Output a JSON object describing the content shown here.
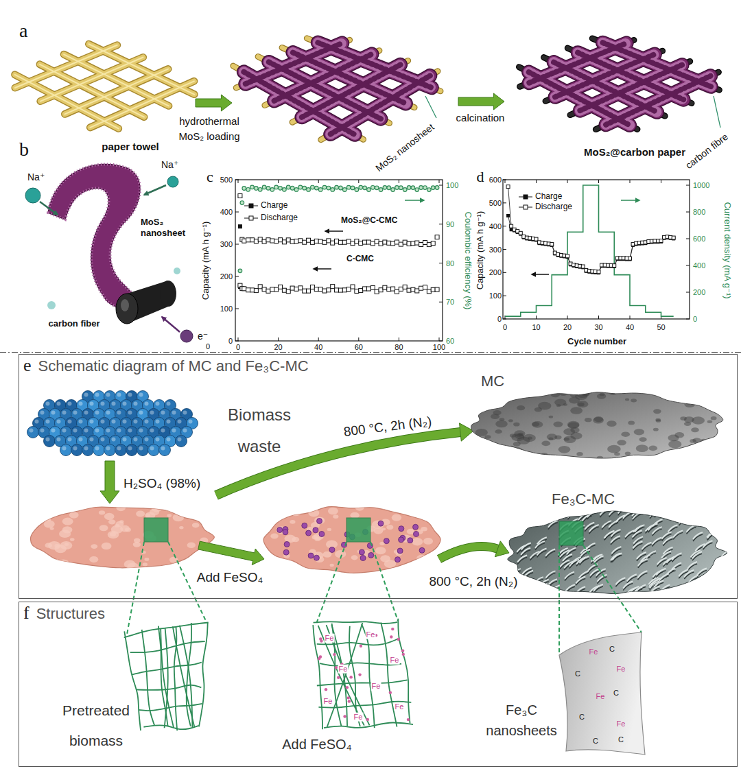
{
  "diagram": {
    "nodes": [
      {
        "text": [
          "e",
          "Schematic diagram of MC and Fe₃C-MC"
        ]
      },
      {
        "text": [
          "f",
          "Structures"
        ]
      }
    ],
    "labels": [
      "a",
      "hydrothermal MoS₂ loading",
      "MoS₂ nanosheet",
      "calcination",
      "carbon fibre",
      "paper towel",
      "MoS₂@carbon paper",
      "b",
      "Na⁺",
      "Na⁺",
      "MoS₂ nanosheet",
      "carbon fiber",
      "e⁻",
      "0",
      "c",
      "Capacity (mA h g⁻¹)",
      "Coulombic efficiency (%)",
      "MoS₂@C-CMC",
      "C-CMC",
      "0",
      "100",
      "200",
      "300",
      "400",
      "500",
      "0",
      "20",
      "40",
      "60",
      "80",
      "100",
      "60",
      "70",
      "80",
      "90",
      "100",
      "d",
      "Capacity (mA h g⁻¹)",
      "Current density (mA g⁻¹)",
      "Cycle number",
      "0",
      "100",
      "200",
      "300",
      "400",
      "500",
      "600",
      "0",
      "10",
      "20",
      "30",
      "40",
      "50",
      "0",
      "200",
      "400",
      "600",
      "800",
      "1000",
      "Biomass waste",
      "H₂SO₄ (98%)",
      "800 °C, 2h (N₂)",
      "MC",
      "Add FeSO₄",
      "800 °C, 2h (N₂)",
      "Fe₃C-MC",
      "Pretreated biomass",
      "Add FeSO₄",
      "Fe₃C nanosheets",
      "Fe",
      "Fe",
      "Fe",
      "Fe",
      "Fe",
      "Fe",
      "Fe",
      "Fe",
      "Fe",
      "Fe",
      "Fe",
      "Fe",
      "C",
      "C",
      "C",
      "C",
      "C",
      "C"
    ],
    "legend": [
      {
        "text": "Charge"
      },
      {
        "text": "Discharge"
      },
      {
        "text": "Charge"
      },
      {
        "text": "Discharge"
      }
    ]
  }
}
